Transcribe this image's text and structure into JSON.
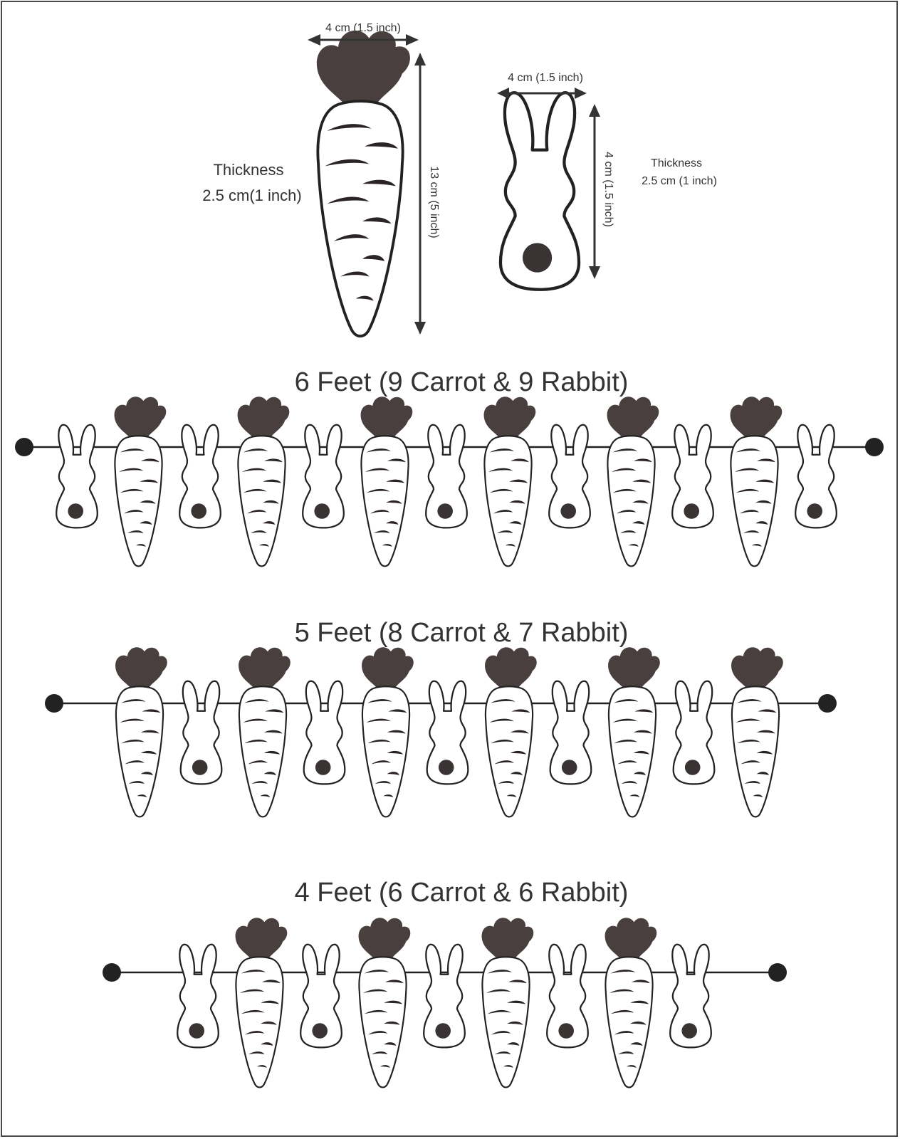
{
  "carrot_spec": {
    "width_label": "4 cm (1.5 inch)",
    "height_label": "13 cm (5 inch)",
    "thickness_title": "Thickness",
    "thickness_value": "2.5 cm(1 inch)"
  },
  "rabbit_spec": {
    "width_label": "4 cm (1.5 inch)",
    "height_label": "4 cm (1.5 inch)",
    "thickness_title": "Thickness",
    "thickness_value": "2.5 cm (1 inch)"
  },
  "garlands": [
    {
      "title": "6 Feet (9 Carrot & 9 Rabbit)",
      "sequence": [
        "rabbit",
        "carrot",
        "rabbit",
        "carrot",
        "rabbit",
        "carrot",
        "rabbit",
        "carrot",
        "rabbit",
        "carrot",
        "rabbit",
        "carrot",
        "rabbit"
      ]
    },
    {
      "title": "5 Feet (8 Carrot & 7 Rabbit)",
      "sequence": [
        "carrot",
        "rabbit",
        "carrot",
        "rabbit",
        "carrot",
        "rabbit",
        "carrot",
        "rabbit",
        "carrot",
        "rabbit",
        "carrot"
      ]
    },
    {
      "title": "4 Feet (6 Carrot & 6 Rabbit)",
      "sequence": [
        "rabbit",
        "carrot",
        "rabbit",
        "carrot",
        "rabbit",
        "carrot",
        "rabbit",
        "carrot",
        "rabbit"
      ]
    }
  ],
  "colors": {
    "leaf": "#4a3f3f",
    "outline": "#222222",
    "tail": "#3a3333"
  }
}
